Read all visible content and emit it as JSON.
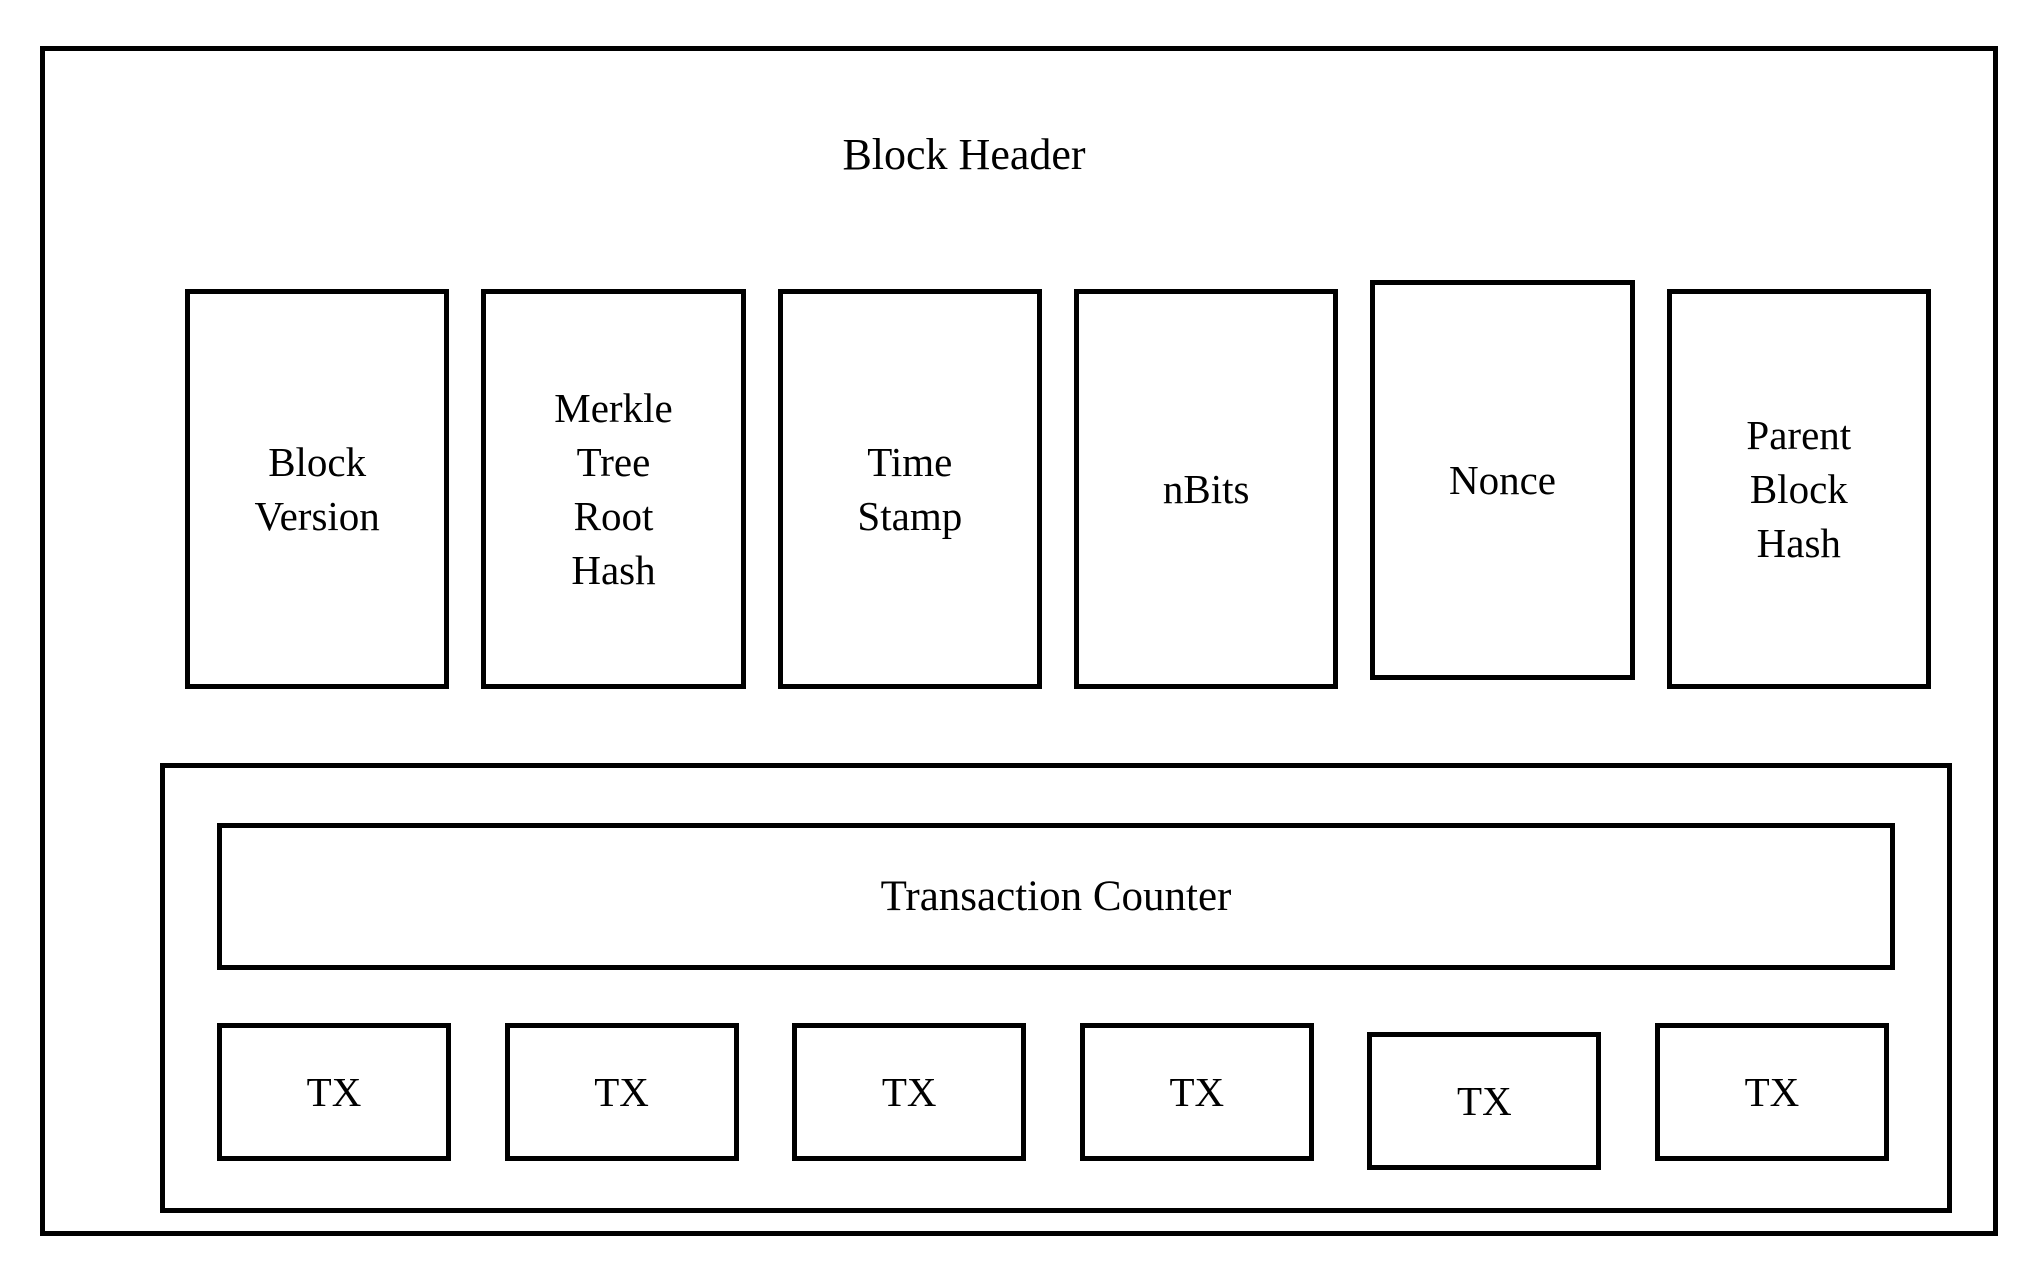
{
  "diagram": {
    "title": "Block Header",
    "header_fields": [
      {
        "label": "Block\nVersion"
      },
      {
        "label": "Merkle\nTree\nRoot\nHash"
      },
      {
        "label": "Time\nStamp"
      },
      {
        "label": "nBits"
      },
      {
        "label": "Nonce"
      },
      {
        "label": "Parent\nBlock\nHash"
      }
    ],
    "transaction_counter_label": "Transaction Counter",
    "transactions": [
      "TX",
      "TX",
      "TX",
      "TX",
      "TX",
      "TX"
    ],
    "colors": {
      "border": "#000000",
      "background": "#ffffff",
      "text": "#000000"
    }
  }
}
